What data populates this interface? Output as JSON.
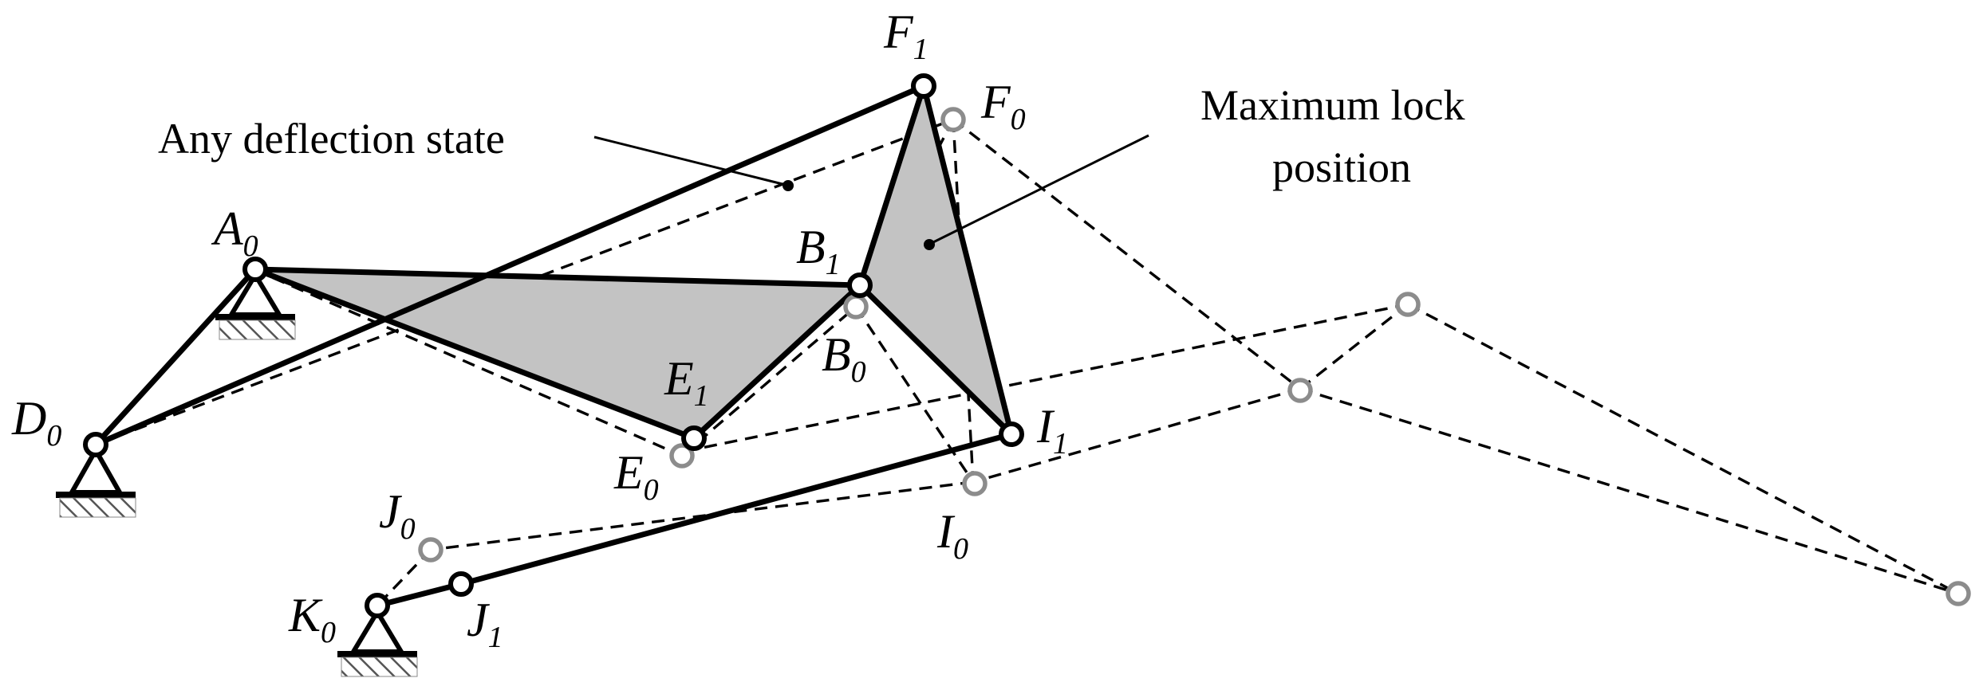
{
  "labels": {
    "F1": {
      "base": "F",
      "sub": "1"
    },
    "F0": {
      "base": "F",
      "sub": "0"
    },
    "A0": {
      "base": "A",
      "sub": "0"
    },
    "B1": {
      "base": "B",
      "sub": "1"
    },
    "B0": {
      "base": "B",
      "sub": "0"
    },
    "E1": {
      "base": "E",
      "sub": "1"
    },
    "E0": {
      "base": "E",
      "sub": "0"
    },
    "D0": {
      "base": "D",
      "sub": "0"
    },
    "I1": {
      "base": "I",
      "sub": "1"
    },
    "I0": {
      "base": "I",
      "sub": "0"
    },
    "J0": {
      "base": "J",
      "sub": "0"
    },
    "J1": {
      "base": "J",
      "sub": "1"
    },
    "K0": {
      "base": "K",
      "sub": "0"
    }
  },
  "annotations": {
    "any_deflection": "Any deflection state",
    "max_lock_line1": "Maximum lock",
    "max_lock_line2": "position"
  },
  "colors": {
    "link": "#000000",
    "plate_fill": "#c3c3c3",
    "grey_joint": "#8c8c8c",
    "ground_hatch": "#555555"
  }
}
